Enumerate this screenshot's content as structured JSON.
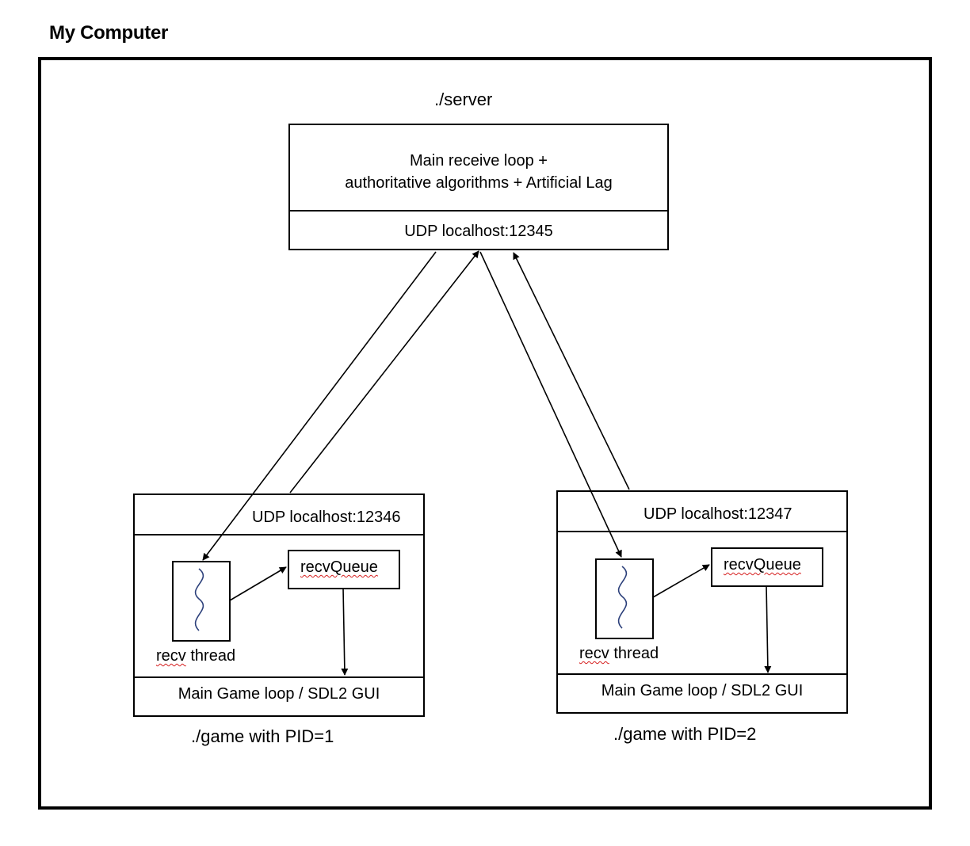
{
  "title": "My Computer",
  "server": {
    "label": "./server",
    "main_line1": "Main receive loop +",
    "main_line2": "authoritative algorithms + Artificial Lag",
    "port": "UDP localhost:12345"
  },
  "client1": {
    "label": "./game with PID=1",
    "port": "UDP localhost:12346",
    "queue": "recvQueue",
    "thread": "recv thread",
    "thread_word": "recv",
    "thread_rest": " thread",
    "loop": "Main Game loop / SDL2 GUI"
  },
  "client2": {
    "label": "./game with PID=2",
    "port": "UDP localhost:12347",
    "queue": "recvQueue",
    "thread": "recv thread",
    "thread_word": "recv",
    "thread_rest": " thread",
    "loop": "Main Game loop / SDL2 GUI"
  },
  "colors": {
    "line": "#000000",
    "thread_icon": "#2b3f7a",
    "spellcheck": "#d62020"
  },
  "icons": {
    "thread": "thread-squiggle-icon"
  }
}
